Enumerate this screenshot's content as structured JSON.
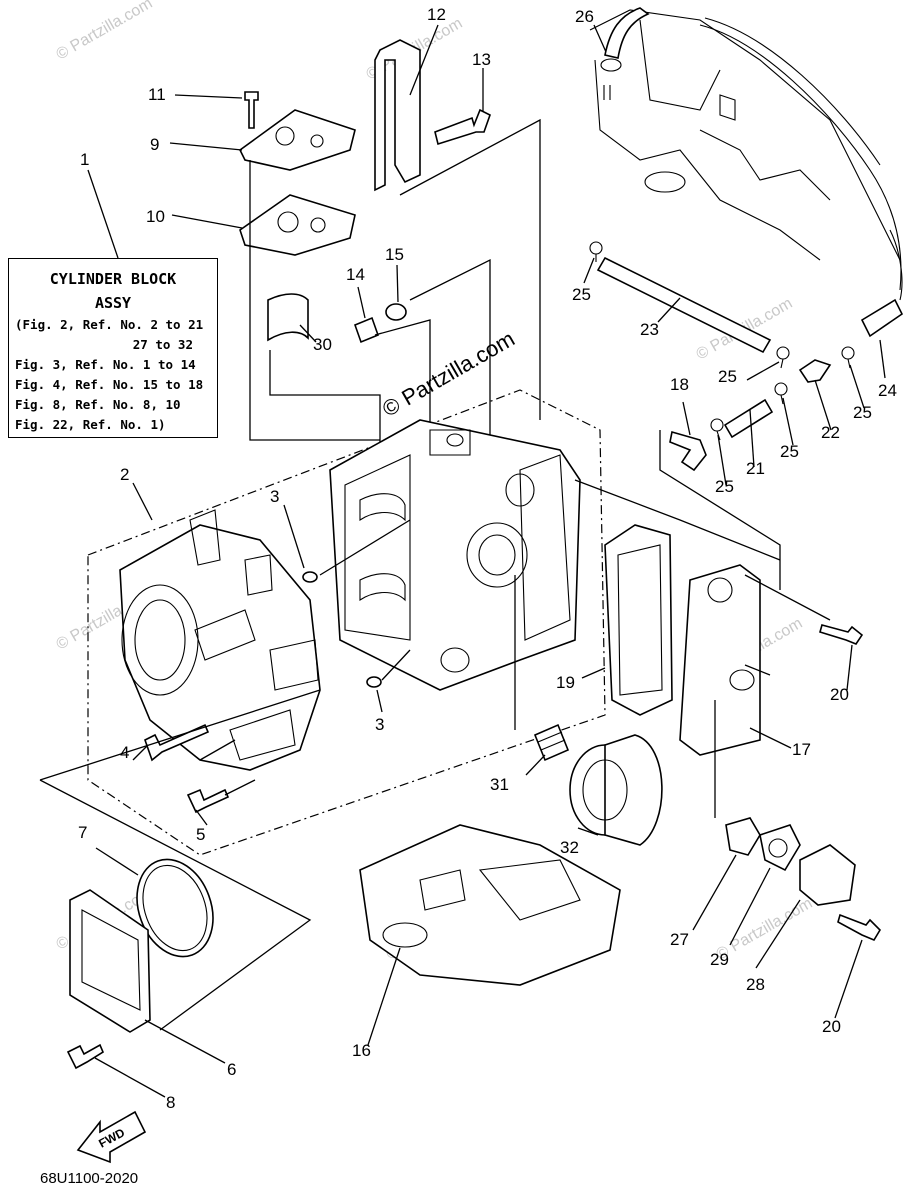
{
  "title_box": {
    "title_line1": "CYLINDER BLOCK",
    "title_line2": "ASSY",
    "lines": [
      "(Fig. 2, Ref. No. 2 to 21",
      "27 to 32",
      "Fig. 3, Ref. No. 1 to 14",
      "Fig. 4, Ref. No. 15 to 18",
      "Fig. 8, Ref. No. 8, 10",
      "Fig. 22, Ref. No. 1)"
    ]
  },
  "callouts": {
    "c1": "1",
    "c2": "2",
    "c3a": "3",
    "c3b": "3",
    "c4": "4",
    "c5": "5",
    "c6": "6",
    "c7": "7",
    "c8": "8",
    "c9": "9",
    "c10": "10",
    "c11": "11",
    "c12": "12",
    "c13": "13",
    "c14": "14",
    "c15": "15",
    "c16": "16",
    "c17": "17",
    "c18": "18",
    "c19": "19",
    "c20a": "20",
    "c20b": "20",
    "c21": "21",
    "c22": "22",
    "c23": "23",
    "c24": "24",
    "c25a": "25",
    "c25b": "25",
    "c25c": "25",
    "c25d": "25",
    "c25e": "25",
    "c26": "26",
    "c27": "27",
    "c28": "28",
    "c29": "29",
    "c30": "30",
    "c31": "31",
    "c32": "32"
  },
  "fwd_label": "FWD",
  "figure_code": "68U1100-2020",
  "watermark": "© Partzilla.com",
  "watermark_center": "© Partzilla.com"
}
